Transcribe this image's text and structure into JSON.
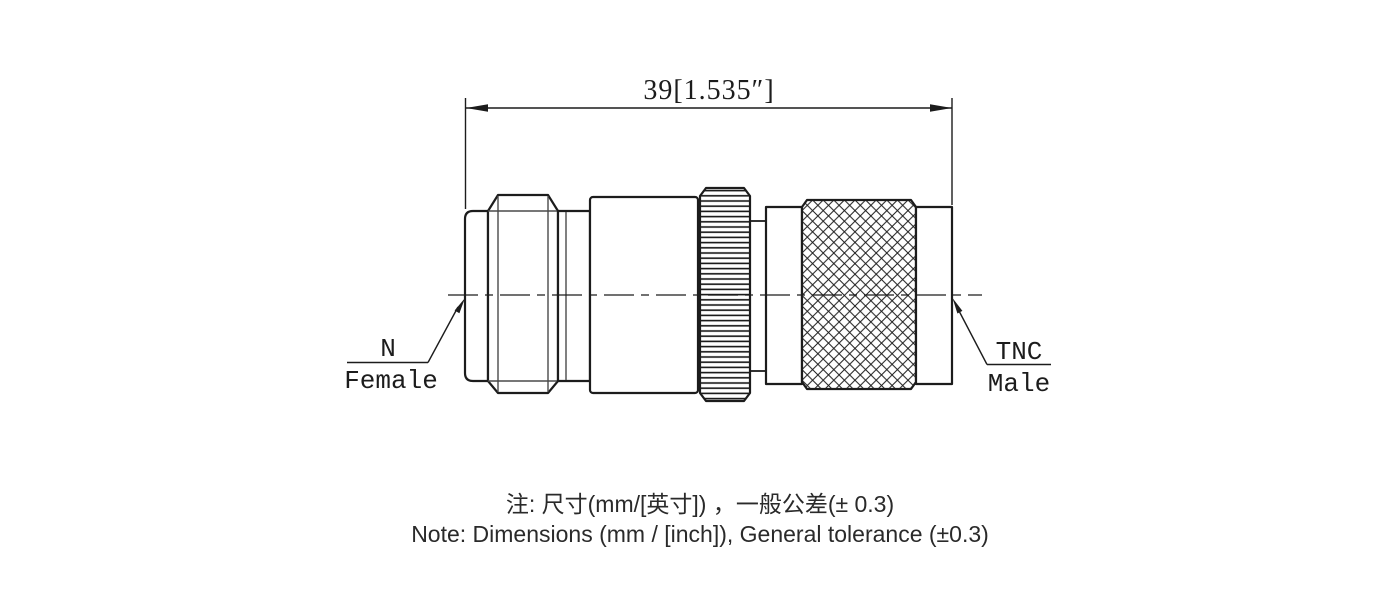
{
  "page": {
    "background": "#ffffff",
    "line_color": "#1c1c1c"
  },
  "dimension": {
    "label": "39[1.535″]"
  },
  "labels": {
    "left": {
      "line1": "N",
      "line2": "Female"
    },
    "right": {
      "line1": "TNC",
      "line2": "Male"
    }
  },
  "notes": {
    "zh": "注: 尺寸(mm/[英寸]) ，一般公差(± 0.3)",
    "en": "Note: Dimensions (mm / [inch]), General tolerance (±0.3)"
  }
}
